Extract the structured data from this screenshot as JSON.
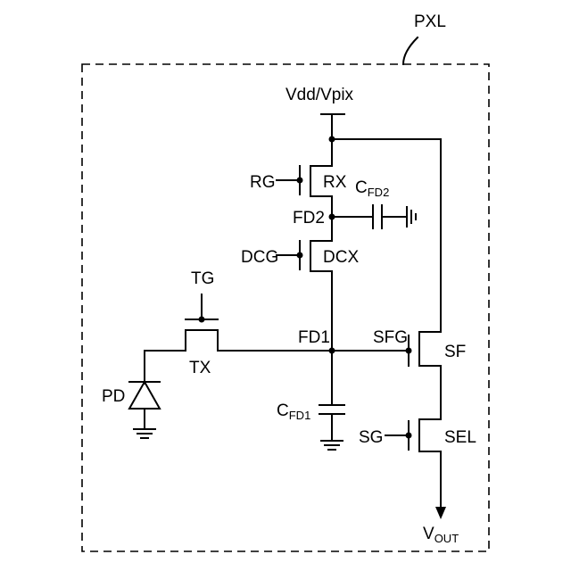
{
  "labels": {
    "block": "PXL",
    "supply": "Vdd/Vpix",
    "rg": "RG",
    "rx": "RX",
    "cfd2_main": "C",
    "cfd2_sub": "FD2",
    "fd2": "FD2",
    "dcg": "DCG",
    "dcx": "DCX",
    "tg": "TG",
    "tx": "TX",
    "fd1": "FD1",
    "sfg": "SFG",
    "sf": "SF",
    "pd": "PD",
    "cfd1_main": "C",
    "cfd1_sub": "FD1",
    "sg": "SG",
    "sel": "SEL",
    "vout_main": "V",
    "vout_sub": "OUT"
  }
}
